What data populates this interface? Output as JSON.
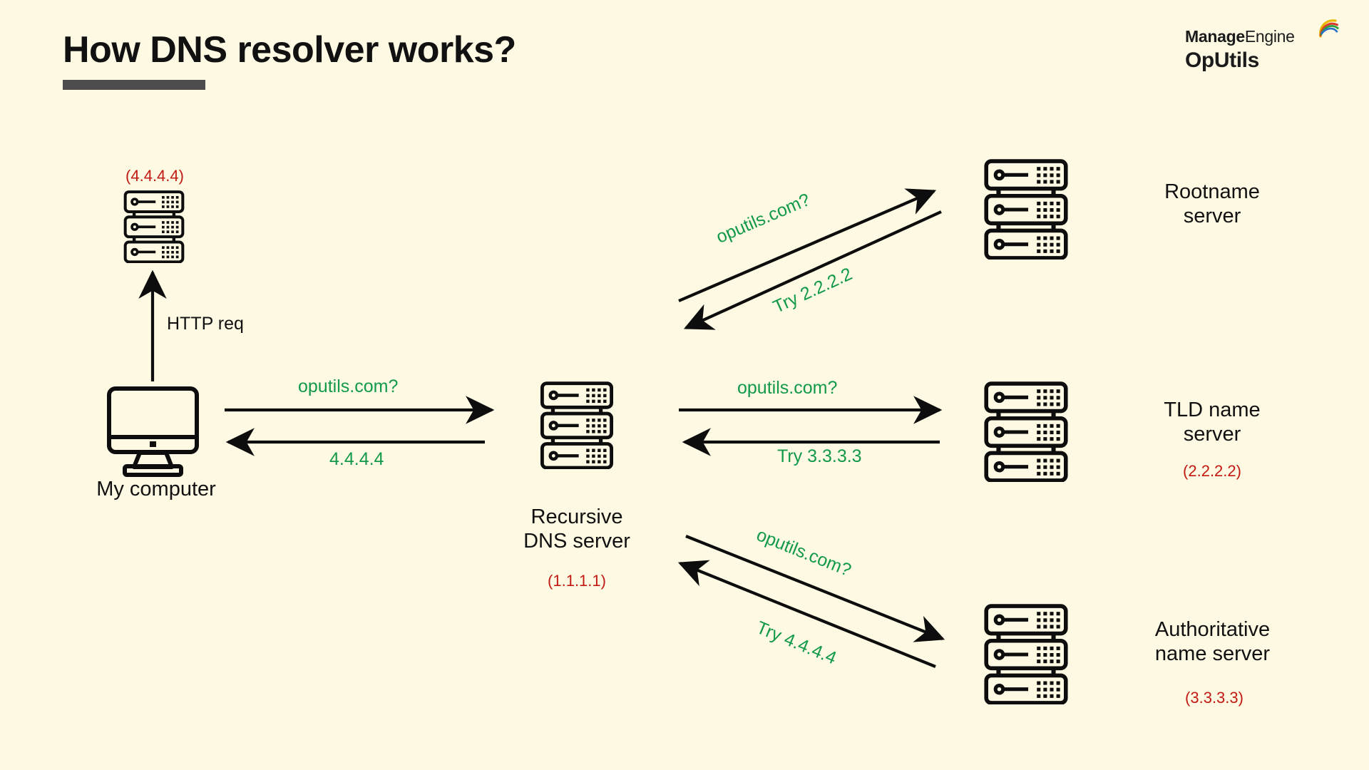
{
  "header": {
    "title": "How DNS resolver works?",
    "accent_bar_color": "#4d4d4d"
  },
  "logo": {
    "brand_bold": "Manage",
    "brand_light": "Engine",
    "product": "OpUtils",
    "swoosh_icon": "manageengine-swoosh-icon"
  },
  "theme": {
    "background": "#fdf9e3",
    "ink": "#111111",
    "green": "#12994a",
    "red": "#c21a12",
    "gray": "#4d4d4d"
  },
  "nodes": {
    "my_computer": {
      "label": "My computer",
      "icon": "desktop-monitor-icon"
    },
    "local_cache": {
      "ip": "(4.4.4.4)",
      "icon": "server-rack-icon"
    },
    "recursive": {
      "label": "Recursive\nDNS server",
      "ip": "(1.1.1.1)",
      "icon": "server-rack-icon"
    },
    "rootname": {
      "label": "Rootname\nserver",
      "ip": "",
      "icon": "server-rack-icon"
    },
    "tld": {
      "label": "TLD name\nserver",
      "ip": "(2.2.2.2)",
      "icon": "server-rack-icon"
    },
    "authoritative": {
      "label": "Authoritative\nname server",
      "ip": "(3.3.3.3)",
      "icon": "server-rack-icon"
    }
  },
  "edges": {
    "http_req": "HTTP req",
    "client_query": "oputils.com?",
    "client_answer": "4.4.4.4",
    "root_query": "oputils.com?",
    "root_answer": "Try 2.2.2.2",
    "tld_query": "oputils.com?",
    "tld_answer": "Try 3.3.3.3",
    "auth_query": "oputils.com?",
    "auth_answer": "Try 4.4.4.4"
  }
}
